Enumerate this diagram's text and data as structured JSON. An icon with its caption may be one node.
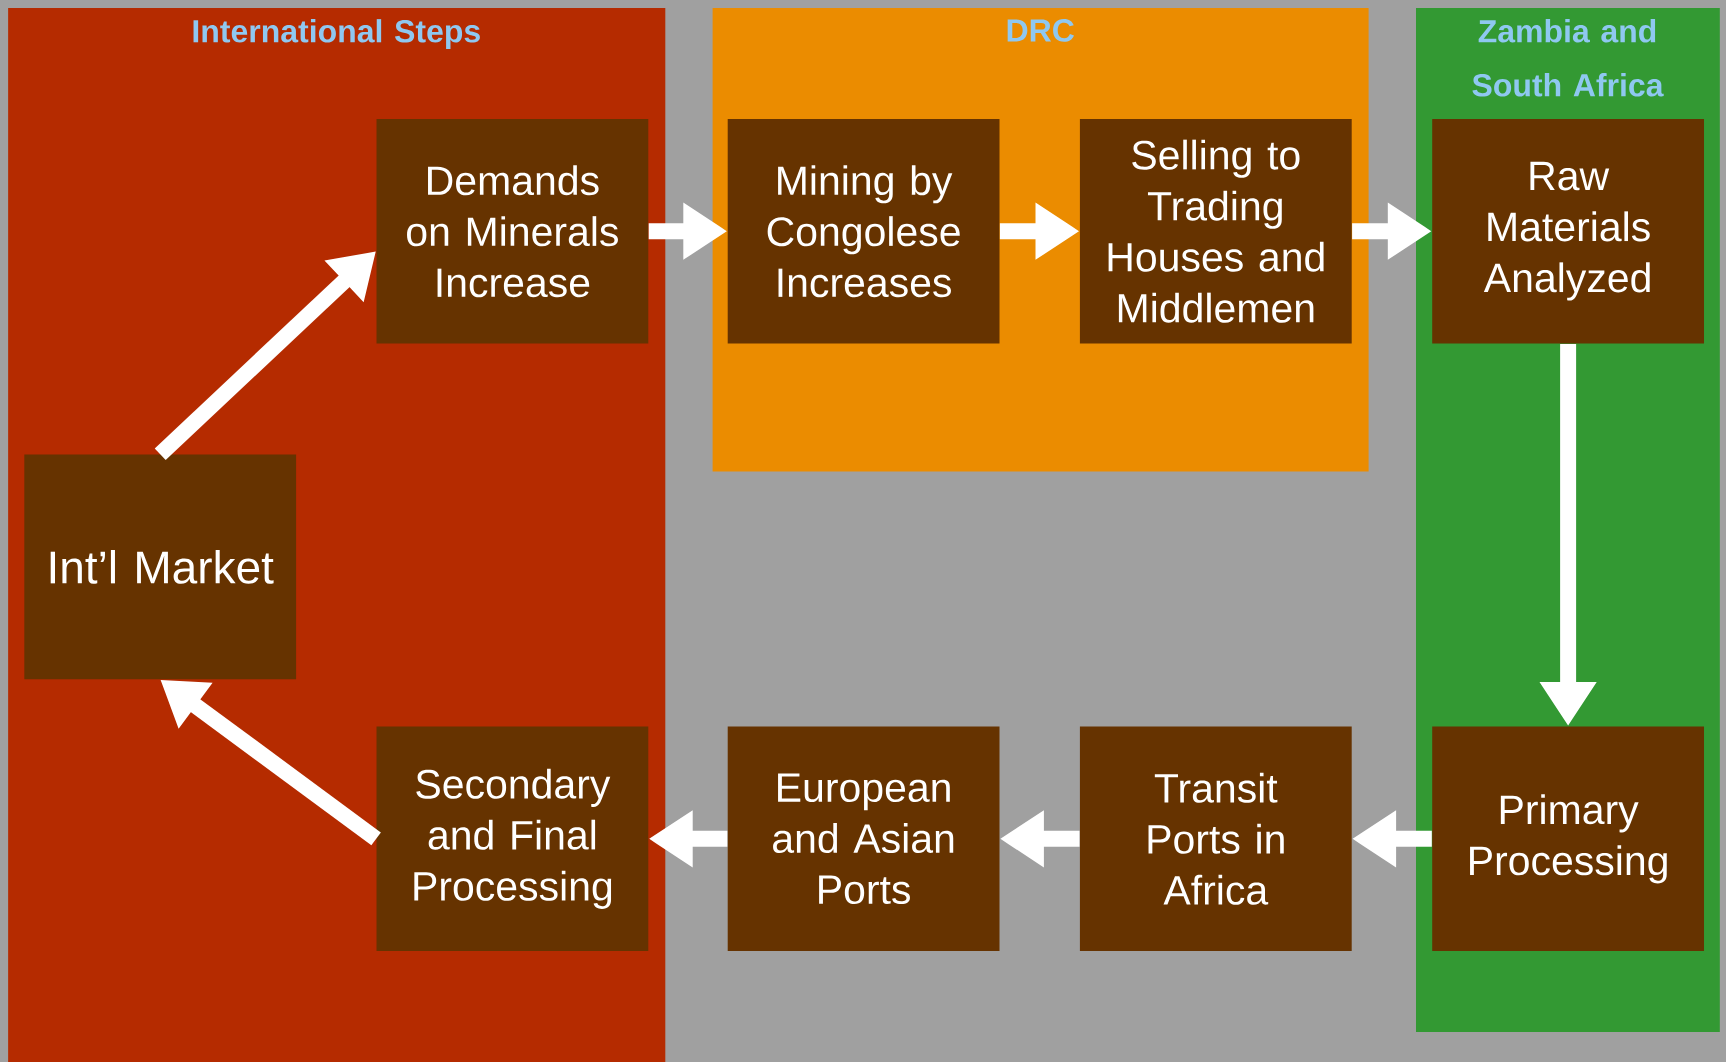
{
  "diagram": {
    "nodes": [
      {
        "text": [
          "International Steps"
        ]
      },
      {
        "text": [
          "DRC"
        ]
      },
      {
        "text": [
          "Zambia and South Africa"
        ]
      },
      {
        "text": [
          "Demands on Minerals Increase"
        ],
        "in": 0
      },
      {
        "text": [
          "Mining by Congolese Increases"
        ],
        "in": 1
      },
      {
        "text": [
          "Selling to Trading Houses and Middlemen"
        ],
        "in": 1
      },
      {
        "text": [
          "Raw Materials Analyzed"
        ],
        "in": 2
      },
      {
        "text": [
          "Int’l Market"
        ],
        "in": 0
      },
      {
        "text": [
          "Secondary and Final Processing"
        ],
        "in": 0
      },
      {
        "text": [
          "European and Asian Ports"
        ]
      },
      {
        "text": [
          "Transit Ports in Africa"
        ]
      },
      {
        "text": [
          "Primary Processing"
        ],
        "in": 2
      }
    ],
    "edges": [
      {
        "from": 7,
        "to": 3,
        "arrow": "to"
      },
      {
        "from": 3,
        "to": 4,
        "arrow": "to"
      },
      {
        "from": 4,
        "to": 5,
        "arrow": "to"
      },
      {
        "from": 5,
        "to": 6,
        "arrow": "to"
      },
      {
        "from": 6,
        "to": 11,
        "arrow": "to"
      },
      {
        "from": 11,
        "to": 10,
        "arrow": "to"
      },
      {
        "from": 10,
        "to": 9,
        "arrow": "to"
      },
      {
        "from": 9,
        "to": 8,
        "arrow": "to"
      },
      {
        "from": 8,
        "to": 7,
        "arrow": "to"
      }
    ]
  }
}
